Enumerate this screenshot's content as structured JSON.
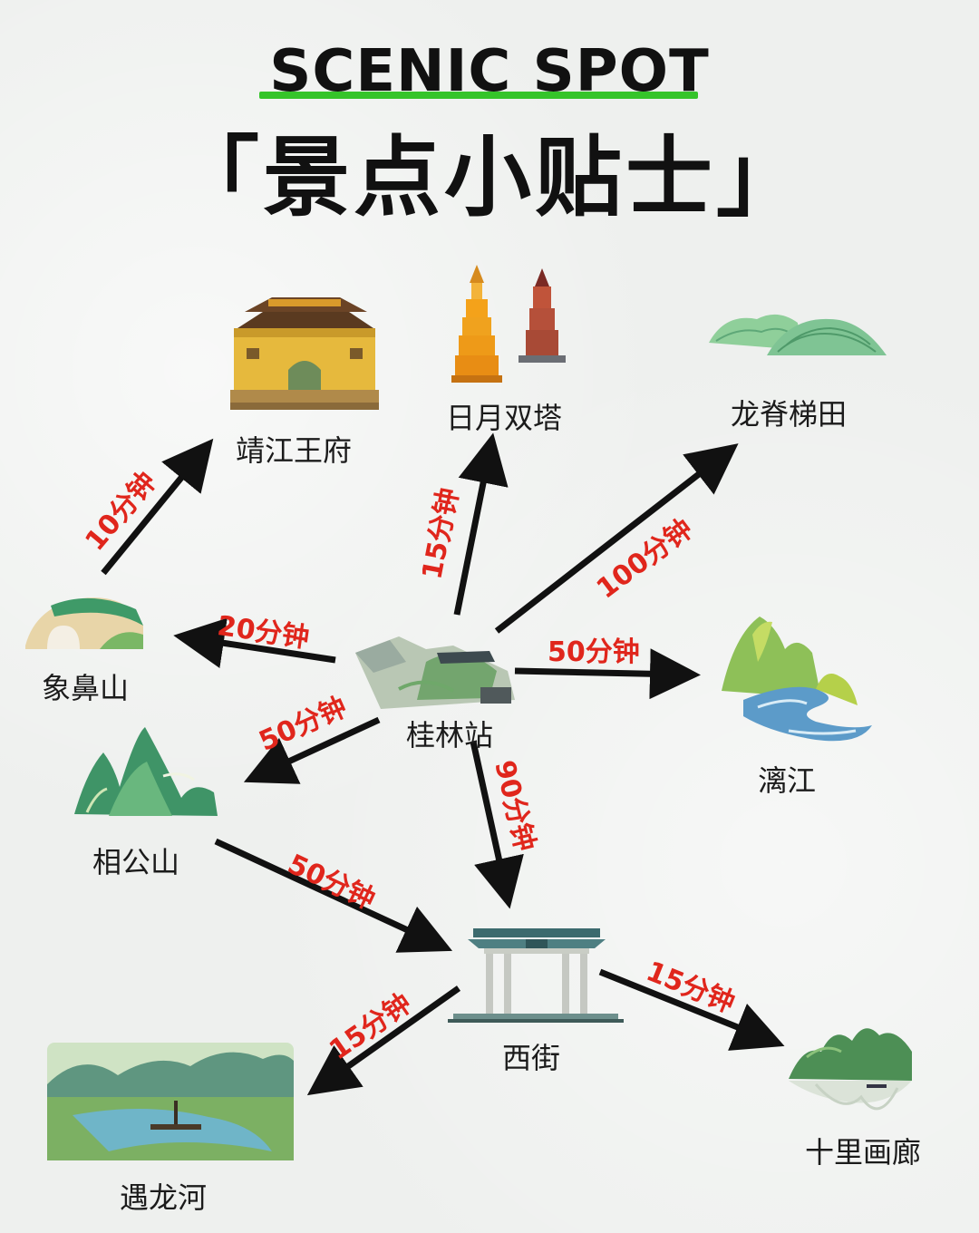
{
  "header": {
    "title_en": "SCENIC SPOT",
    "title_cn": "「景点小贴士」",
    "accent_color": "#35c42a"
  },
  "nodes": {
    "jingjiang": "靖江王府",
    "riyue": "日月双塔",
    "longji": "龙脊梯田",
    "xiangbi": "象鼻山",
    "guilin_station": "桂林站",
    "lijiang": "漓江",
    "xianggong": "相公山",
    "xijie": "西街",
    "yulong": "遇龙河",
    "shili": "十里画廊"
  },
  "edges": [
    {
      "from": "象鼻山",
      "to": "靖江王府",
      "time": "10分钟"
    },
    {
      "from": "桂林站",
      "to": "日月双塔",
      "time": "15分钟"
    },
    {
      "from": "桂林站",
      "to": "龙脊梯田",
      "time": "100分钟"
    },
    {
      "from": "桂林站",
      "to": "象鼻山",
      "time": "20分钟"
    },
    {
      "from": "桂林站",
      "to": "漓江",
      "time": "50分钟"
    },
    {
      "from": "桂林站",
      "to": "相公山",
      "time": "50分钟"
    },
    {
      "from": "桂林站",
      "to": "西街",
      "time": "90分钟"
    },
    {
      "from": "相公山",
      "to": "西街",
      "time": "50分钟"
    },
    {
      "from": "西街",
      "to": "遇龙河",
      "time": "15分钟"
    },
    {
      "from": "西街",
      "to": "十里画廊",
      "time": "15分钟"
    }
  ],
  "colors": {
    "edge_label": "#e0261c",
    "arrow": "#111111"
  }
}
